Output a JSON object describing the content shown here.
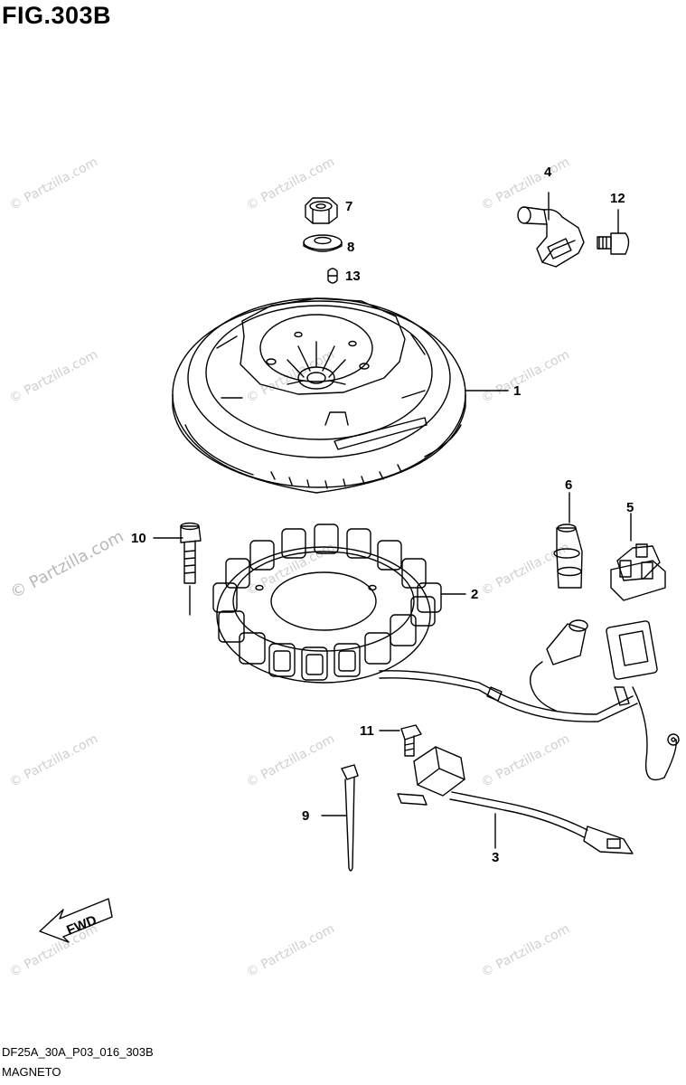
{
  "figure": {
    "title": "FIG.303B"
  },
  "watermark": {
    "text": "© Partzilla.com"
  },
  "callouts": [
    {
      "id": "c7",
      "label": "7"
    },
    {
      "id": "c8",
      "label": "8"
    },
    {
      "id": "c13",
      "label": "13"
    },
    {
      "id": "c4",
      "label": "4"
    },
    {
      "id": "c12",
      "label": "12"
    },
    {
      "id": "c1",
      "label": "1"
    },
    {
      "id": "c6",
      "label": "6"
    },
    {
      "id": "c5",
      "label": "5"
    },
    {
      "id": "c10",
      "label": "10"
    },
    {
      "id": "c2",
      "label": "2"
    },
    {
      "id": "c11",
      "label": "11"
    },
    {
      "id": "c9",
      "label": "9"
    },
    {
      "id": "c3",
      "label": "3"
    }
  ],
  "fwd_label": "FWD",
  "footer": {
    "code": "DF25A_30A_P03_016_303B",
    "name": "MAGNETO"
  }
}
